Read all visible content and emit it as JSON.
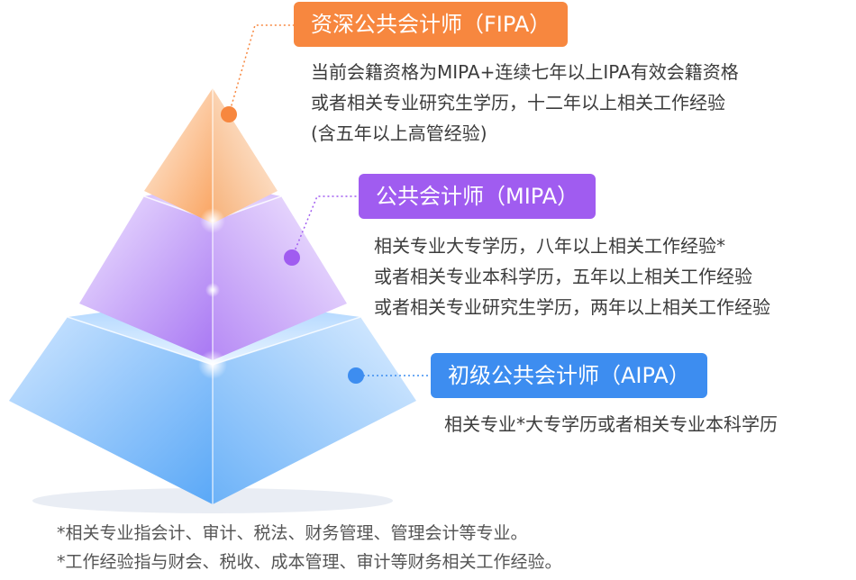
{
  "tiers": [
    {
      "title": "资深公共会计师（FIPA）",
      "color": "#f7873f",
      "description": [
        "当前会籍资格为MIPA+连续七年以上IPA有效会籍资格",
        "或者相关专业研究生学历，十二年以上相关工作经验",
        "(含五年以上高管经验)"
      ]
    },
    {
      "title": "公共会计师（MIPA）",
      "color": "#a05cf0",
      "description": [
        "相关专业大专学历，八年以上相关工作经验*",
        "或者相关专业本科学历，五年以上相关工作经验",
        "或者相关专业研究生学历，两年以上相关工作经验"
      ]
    },
    {
      "title": "初级公共会计师（AIPA）",
      "color": "#3d8df0",
      "description": [
        "相关专业*大专学历或者相关专业本科学历"
      ]
    }
  ],
  "footnotes": [
    "*相关专业指会计、审计、税法、财务管理、管理会计等专业。",
    "*工作经验指与财会、税收、成本管理、审计等财务相关工作经验。"
  ]
}
